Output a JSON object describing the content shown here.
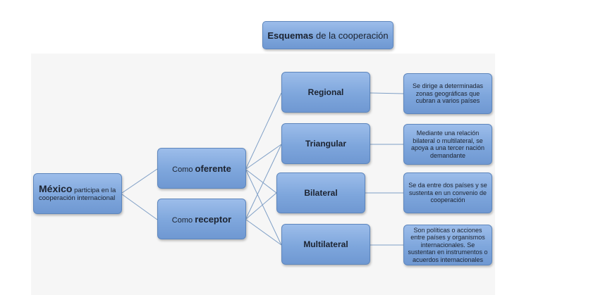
{
  "title": {
    "bold": "Esquemas",
    "rest": " de la cooperación"
  },
  "root": {
    "bold": "México",
    "rest": " participa en la cooperación internacional"
  },
  "roles": [
    {
      "prefix": "Como ",
      "bold": "oferente"
    },
    {
      "prefix": "Como ",
      "bold": "receptor"
    }
  ],
  "schemes": [
    {
      "label": "Regional",
      "description": "Se dirige a determinadas zonas geográficas que cubran a varios países"
    },
    {
      "label": "Triangular",
      "description": "Mediante una relación bilateral o multilateral, se apoya a una tercer nación demandante"
    },
    {
      "label": "Bilateral",
      "description": "Se da entre dos países y se sustenta en un convenio de cooperación"
    },
    {
      "label": "Multilateral",
      "description": "Son políticas o acciones entre países y organismos internacionales. Se sustentan en instrumentos o acuerdos internacionales"
    }
  ],
  "colors": {
    "box_fill": "#7ea6dc",
    "box_border": "#5d86bd",
    "connector": "#7f9fc6",
    "panel": "#f6f6f6"
  }
}
